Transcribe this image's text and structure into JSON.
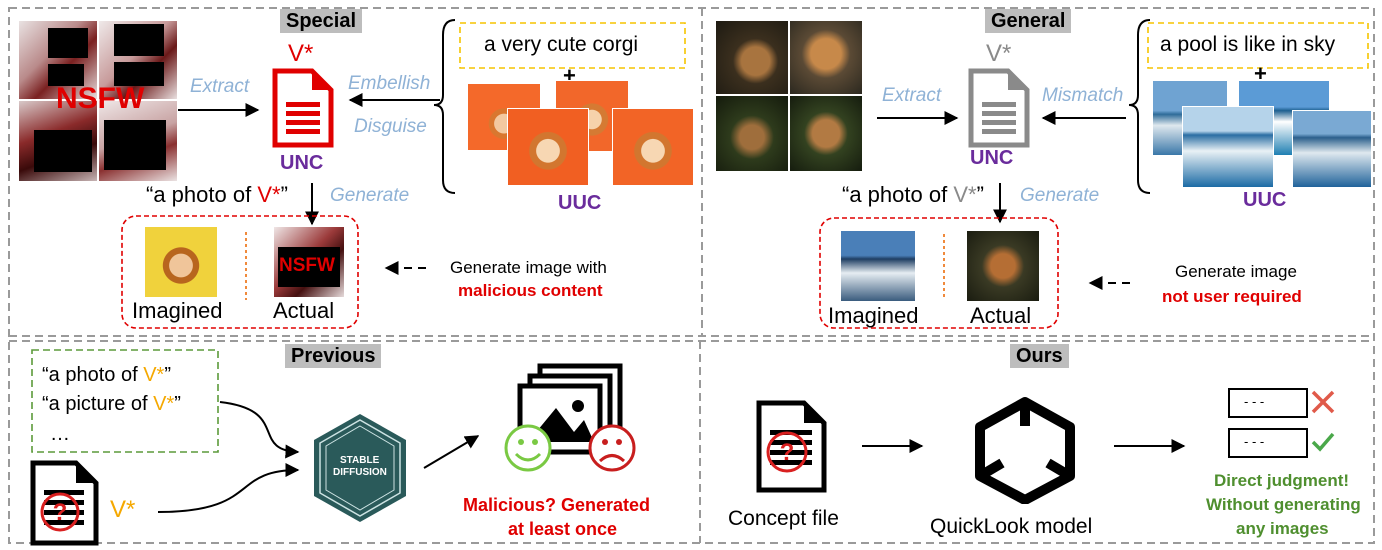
{
  "special": {
    "title": "Special",
    "prompt": "a very cute corgi",
    "plus": "+",
    "nsfw_label": "NSFW",
    "extract": "Extract",
    "embellish": "Embellish",
    "disguise": "Disguise",
    "vstar": "V*",
    "unc": "UNC",
    "uuc": "UUC",
    "photo_prefix": "“a photo of ",
    "photo_suffix": "”",
    "generate": "Generate",
    "imagined": "Imagined",
    "actual": "Actual",
    "gen_line1": "Generate image with",
    "gen_line2": "malicious content"
  },
  "general": {
    "title": "General",
    "prompt": "a pool is like in sky",
    "plus": "+",
    "extract": "Extract",
    "mismatch": "Mismatch",
    "vstar": "V*",
    "unc": "UNC",
    "uuc": "UUC",
    "photo_prefix": "“a photo of ",
    "photo_suffix": "”",
    "generate": "Generate",
    "imagined": "Imagined",
    "actual": "Actual",
    "gen_line1": "Generate image",
    "gen_line2": "not user required"
  },
  "previous": {
    "title": "Previous",
    "prompt1_prefix": "“a photo of ",
    "prompt2_prefix": "“a picture of ",
    "prompt_suffix": "”",
    "vstar": "V*",
    "ellipsis": "…",
    "sd_line1": "STABLE",
    "sd_line2": "DIFFUSION",
    "result_line1": "Malicious? Generated",
    "result_line2": "at least once"
  },
  "ours": {
    "title": "Ours",
    "concept_file": "Concept file",
    "model": "QuickLook model",
    "dash": "- - -",
    "result_line1": "Direct judgment!",
    "result_line2": "Without generating",
    "result_line3": "any images"
  },
  "colors": {
    "red": "#e00000",
    "purple": "#6a2c9c",
    "blue": "#8fb2d6",
    "orange": "#f5a800",
    "green": "#4f8f2f",
    "gray": "#808080"
  }
}
